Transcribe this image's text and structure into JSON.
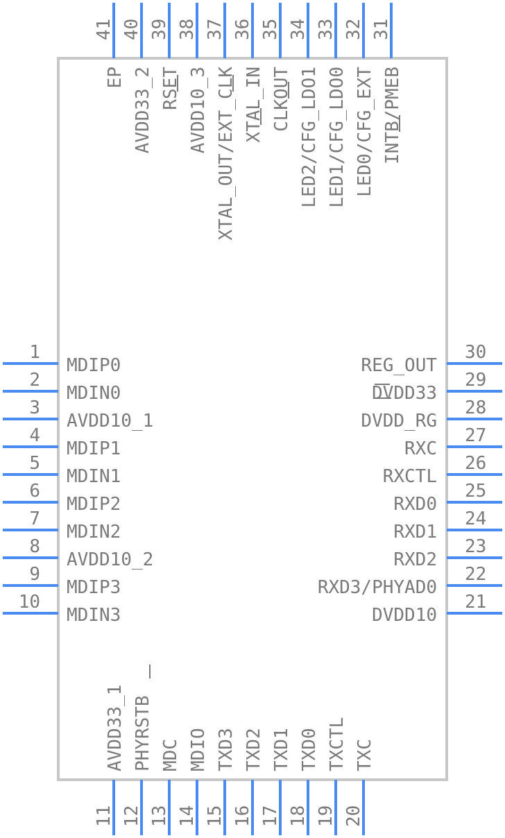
{
  "colors": {
    "body_outline": "#c8c8c8",
    "pin": "#4a8bf0",
    "text": "#7a7a7a"
  },
  "pins": {
    "left": [
      {
        "num": "1",
        "name": "MDIP0"
      },
      {
        "num": "2",
        "name": "MDIN0"
      },
      {
        "num": "3",
        "name": "AVDD10_1"
      },
      {
        "num": "4",
        "name": "MDIP1"
      },
      {
        "num": "5",
        "name": "MDIN1"
      },
      {
        "num": "6",
        "name": "MDIP2"
      },
      {
        "num": "7",
        "name": "MDIN2"
      },
      {
        "num": "8",
        "name": "AVDD10_2"
      },
      {
        "num": "9",
        "name": "MDIP3"
      },
      {
        "num": "10",
        "name": "MDIN3"
      }
    ],
    "bottom": [
      {
        "num": "11",
        "name": "AVDD33_1"
      },
      {
        "num": "12",
        "name": "PHYRSTB"
      },
      {
        "num": "13",
        "name": "MDC"
      },
      {
        "num": "14",
        "name": "MDIO"
      },
      {
        "num": "15",
        "name": "TXD3"
      },
      {
        "num": "16",
        "name": "TXD2"
      },
      {
        "num": "17",
        "name": "TXD1"
      },
      {
        "num": "18",
        "name": "TXD0"
      },
      {
        "num": "19",
        "name": "TXCTL"
      },
      {
        "num": "20",
        "name": "TXC"
      }
    ],
    "right": [
      {
        "num": "21",
        "name": "DVDD10"
      },
      {
        "num": "22",
        "name": "RXD3/PHYAD0"
      },
      {
        "num": "23",
        "name": "RXD2"
      },
      {
        "num": "24",
        "name": "RXD1"
      },
      {
        "num": "25",
        "name": "RXD0"
      },
      {
        "num": "26",
        "name": "RXCTL"
      },
      {
        "num": "27",
        "name": "RXC"
      },
      {
        "num": "28",
        "name": "DVDD_RG"
      },
      {
        "num": "29",
        "name": "DVDD33"
      },
      {
        "num": "30",
        "name": "REG_OUT"
      }
    ],
    "top": [
      {
        "num": "31",
        "name": "INTB/PMEB"
      },
      {
        "num": "32",
        "name": "LED0/CFG_EXT"
      },
      {
        "num": "33",
        "name": "LED1/CFG_LDO0"
      },
      {
        "num": "34",
        "name": "LED2/CFG_LDO1"
      },
      {
        "num": "35",
        "name": "CLKOUT"
      },
      {
        "num": "36",
        "name": "XTAL_IN"
      },
      {
        "num": "37",
        "name": "XTAL_OUT/EXT_CLK"
      },
      {
        "num": "38",
        "name": "AVDD10_3"
      },
      {
        "num": "39",
        "name": "RSET"
      },
      {
        "num": "40",
        "name": "AVDD33_2"
      },
      {
        "num": "41",
        "name": "EP"
      }
    ]
  }
}
